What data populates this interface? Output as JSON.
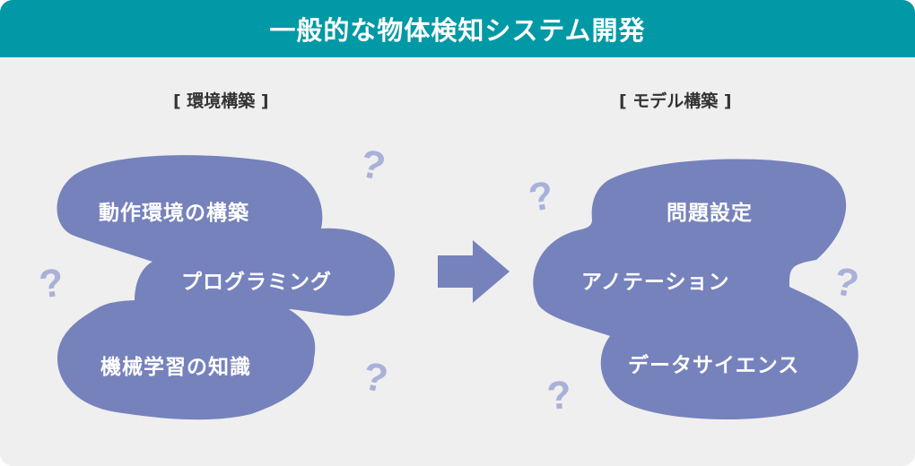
{
  "header": {
    "title": "一般的な物体検知システム開発"
  },
  "left": {
    "label": "[ 環境構築 ]",
    "items": [
      "動作環境の構築",
      "プログラミング",
      "機械学習の知識"
    ]
  },
  "right": {
    "label": "[ モデル構築 ]",
    "items": [
      "問題設定",
      "アノテーション",
      "データサイエンス"
    ]
  },
  "question_mark": "?",
  "colors": {
    "header_bg": "#0199a5",
    "background": "#efefef",
    "cloud": "#7682bc",
    "arrow": "#7682bc",
    "question": "#a9b1d9"
  }
}
